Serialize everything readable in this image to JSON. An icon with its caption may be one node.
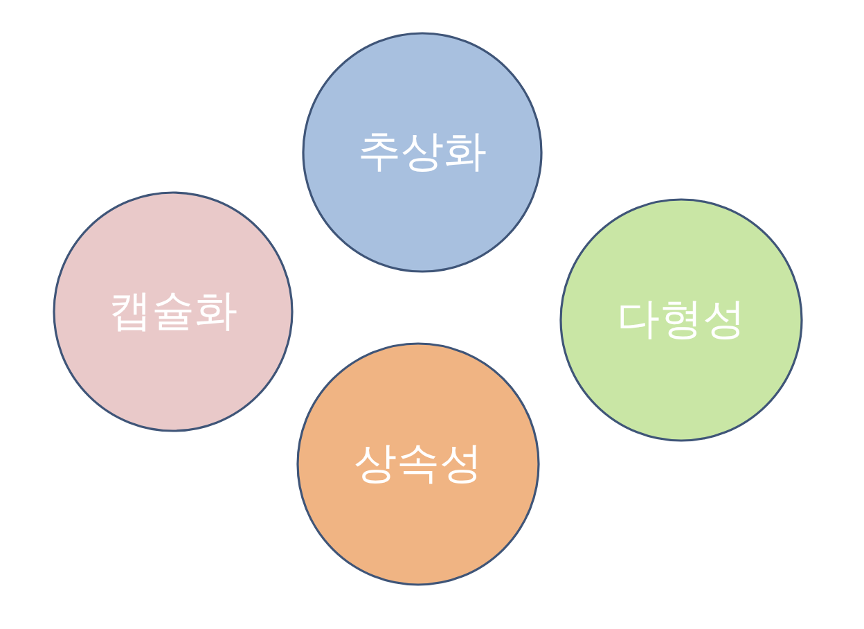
{
  "diagram": {
    "nodes": [
      {
        "text": [
          "추상화"
        ]
      },
      {
        "text": [
          "캡슐화"
        ]
      },
      {
        "text": [
          "다형성"
        ]
      },
      {
        "text": [
          "상속성"
        ]
      }
    ]
  }
}
